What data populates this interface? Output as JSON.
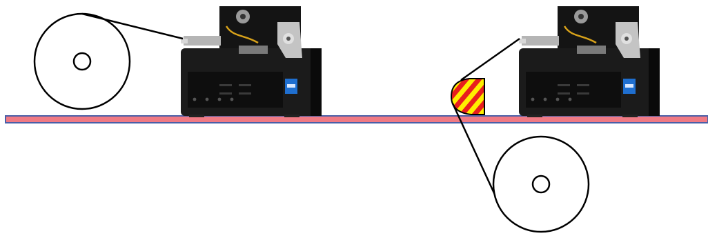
{
  "colors": {
    "background": "#ffffff",
    "rail_fill": "#f07a84",
    "rail_stroke": "#4a5fa8",
    "stripe_yellow": "#ffee00",
    "stripe_red": "#e81e1e",
    "printer_body": "#141414",
    "printer_dark": "#0a0a0a",
    "printer_metal": "#c4c4c4",
    "printer_badge": "#1f6fd0",
    "roll_outline": "#000000"
  },
  "components": [
    {
      "kind": "roll",
      "icon": "roll-icon"
    },
    {
      "kind": "printer-applicator",
      "icon": "printer-icon"
    },
    {
      "kind": "label-roll-supply",
      "icon": "roll-icon"
    },
    {
      "kind": "printer-applicator",
      "icon": "printer-icon"
    },
    {
      "kind": "striped-label-pad",
      "icon": "striped-pad-icon"
    }
  ]
}
